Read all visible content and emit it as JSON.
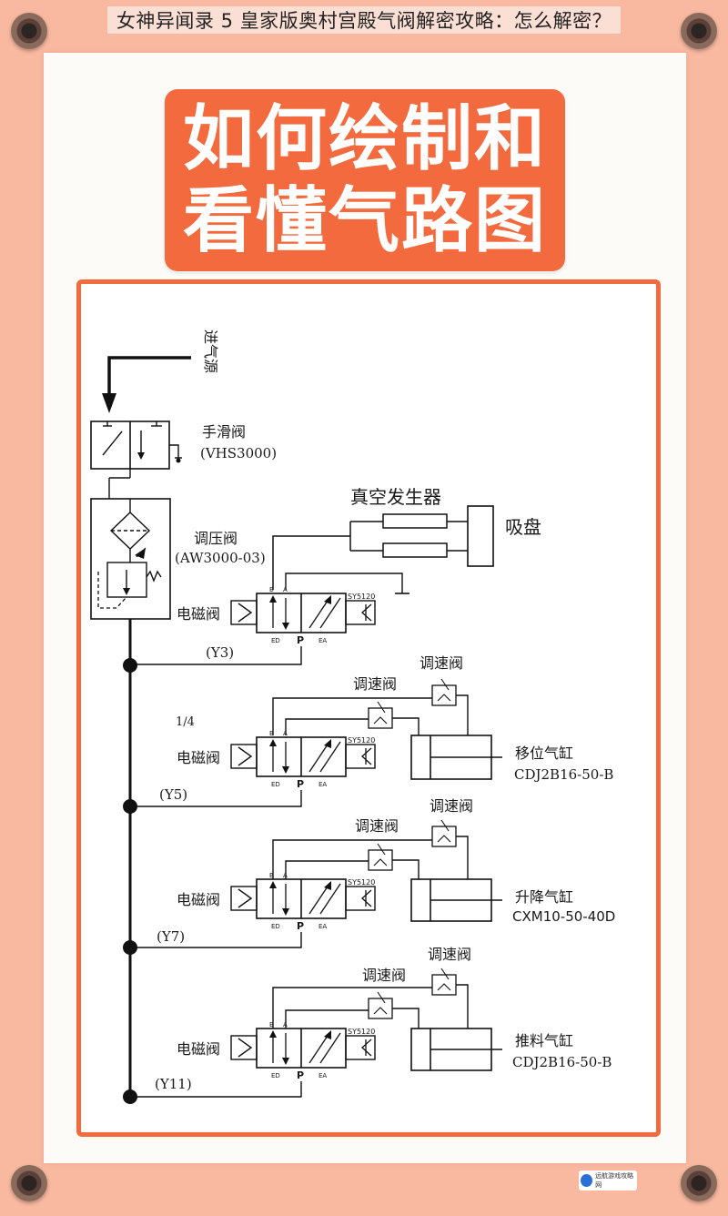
{
  "page": {
    "title": "女神异闻录 5 皇家版奥村宫殿气阀解密攻略：怎么解密？"
  },
  "banner": {
    "line1": "如何绘制和",
    "line2": "看懂气路图"
  },
  "diagram": {
    "air_source": "进气源",
    "hand_valve": {
      "name": "手滑阀",
      "model": "(VHS3000)"
    },
    "regulator": {
      "name": "调压阀",
      "model": "(AW3000-03)"
    },
    "vacuum_generator": "真空发生器",
    "suction_cup": "吸盘",
    "fraction": "1/4",
    "solenoid_label": "电磁阀",
    "valve_model": "SY5120",
    "port_b": "B",
    "port_a": "A",
    "port_ed": "ED",
    "port_p": "P",
    "port_ea": "EA",
    "speed_valve": "调速阀",
    "signals": [
      "(Y3)",
      "(Y5)",
      "(Y7)",
      "(Y11)"
    ],
    "cylinders": [
      {
        "name": "移位气缸",
        "model": "CDJ2B16-50-B"
      },
      {
        "name": "升降气缸",
        "model": "CXM10-50-40D"
      },
      {
        "name": "推料气缸",
        "model": "CDJ2B16-50-B"
      }
    ]
  },
  "watermark": {
    "text": "远航游戏攻略网"
  }
}
